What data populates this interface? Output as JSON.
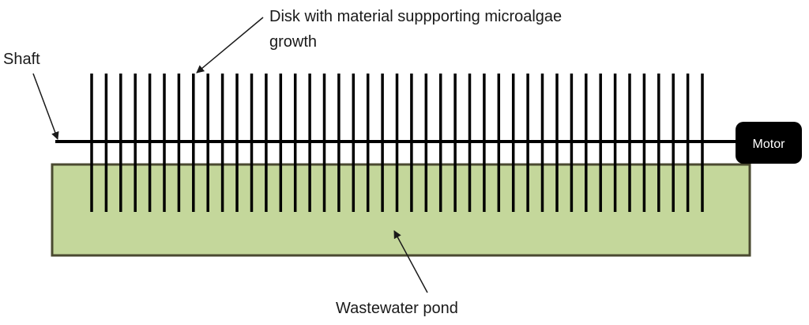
{
  "labels": {
    "shaft": "Shaft",
    "disk_line1": "Disk with material suppporting microalgae",
    "disk_line2": "growth",
    "motor": "Motor",
    "pond": "Wastewater pond"
  },
  "disk_count": 43,
  "colors": {
    "pond_fill": "#c4d79b",
    "pond_border": "#4a4a30",
    "disk": "#000000",
    "shaft": "#000000",
    "motor_fill": "#000000",
    "motor_text": "#ffffff",
    "text": "#1a1a1a"
  }
}
